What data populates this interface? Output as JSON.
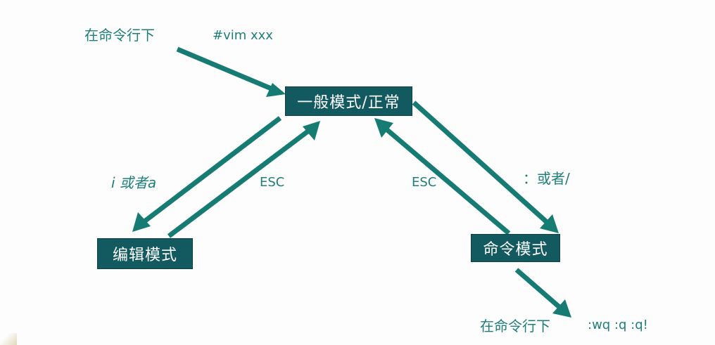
{
  "colors": {
    "box_fill": "#125a5f",
    "box_text": "#ffffff",
    "arrow": "#167c73",
    "label_text": "#1e7f7a",
    "background": "#ffffff"
  },
  "boxes": {
    "normal_mode": "一般模式/正常",
    "edit_mode": "编辑模式",
    "command_mode": "命令模式"
  },
  "labels": {
    "cmdline_top": "在命令行下",
    "vim_command": "#vim  xxx",
    "i_or_a": "i 或者a",
    "esc_left": "ESC",
    "esc_right": "ESC",
    "colon_or_slash": "：或者/",
    "cmdline_bottom": "在命令行下",
    "quit_commands": ":wq  :q   :q!"
  }
}
